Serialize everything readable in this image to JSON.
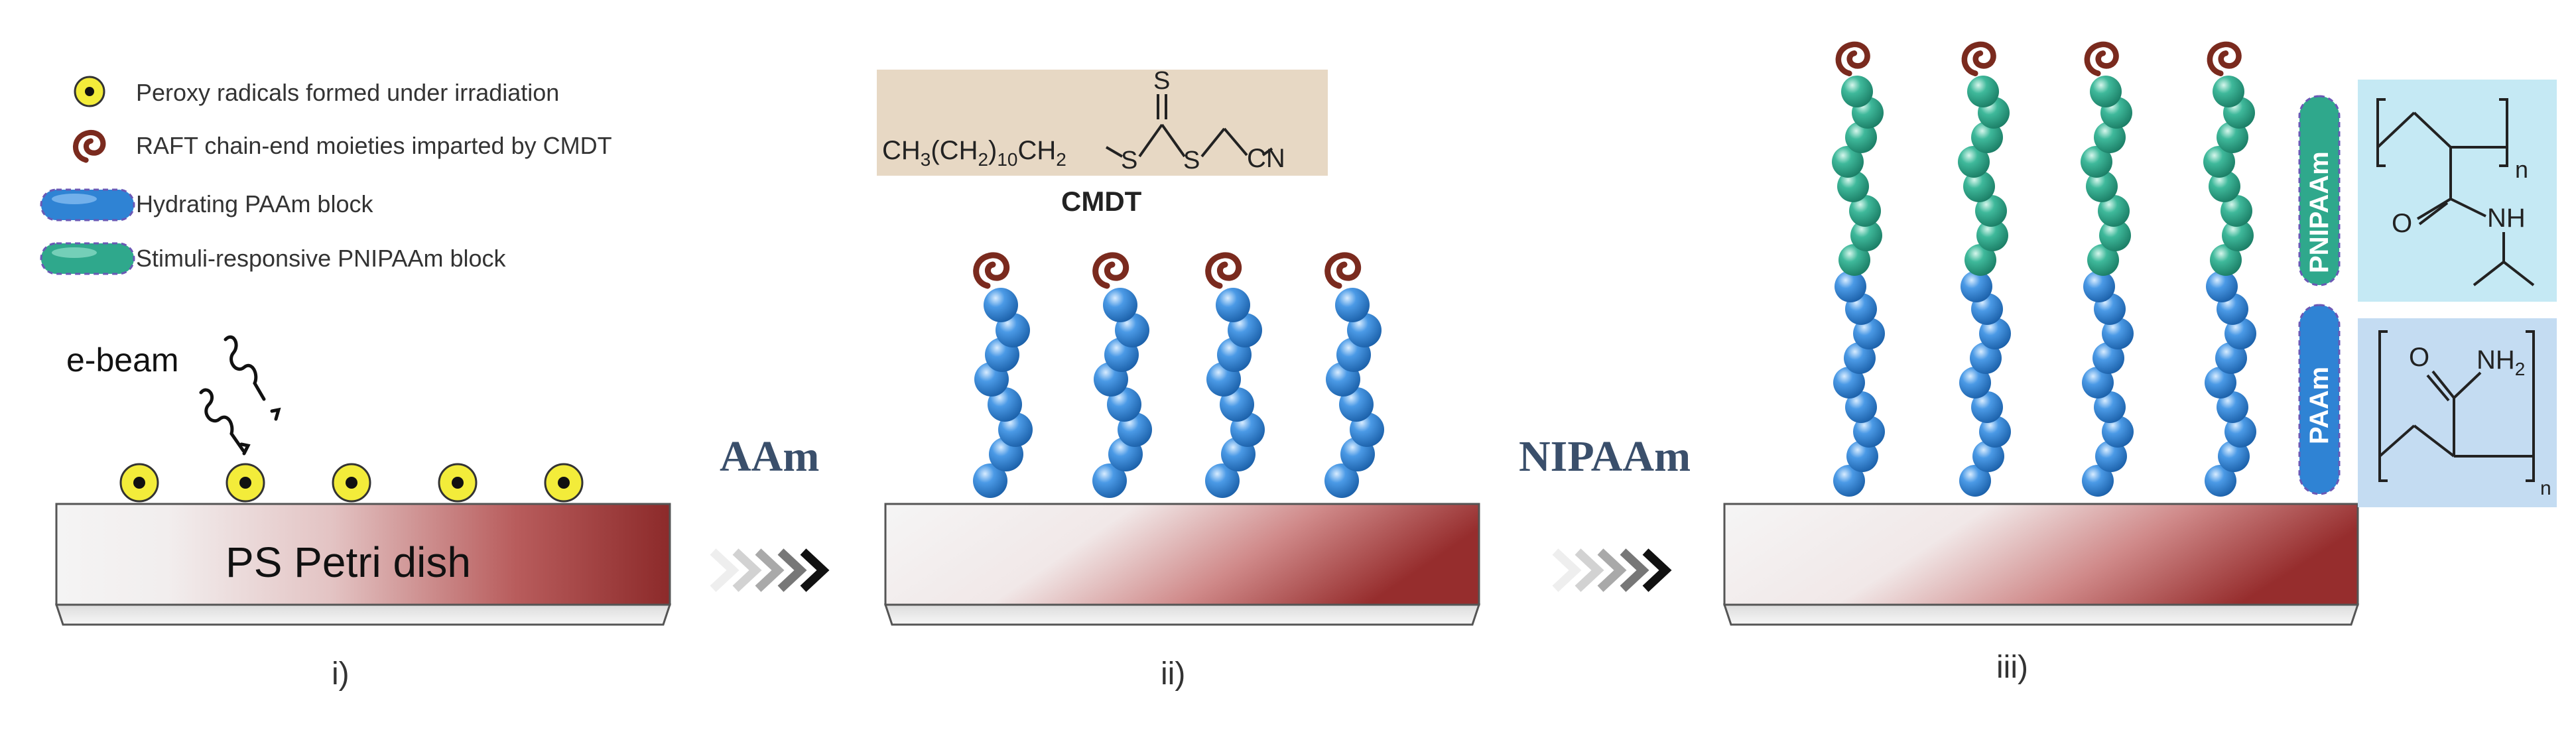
{
  "legend": {
    "peroxy": "Peroxy radicals formed under irradiation",
    "raft": "RAFT chain-end moieties imparted by CMDT",
    "paam_block": "Hydrating PAAm block",
    "pnipaam_block": "Stimuli-responsive PNIPAAm block"
  },
  "panel_i": {
    "ebeam_label": "e-beam",
    "dish_label": "PS Petri dish",
    "caption": "i)"
  },
  "step1_reagent": "AAm",
  "panel_ii": {
    "cmdt_formula_part1": "CH",
    "cmdt_formula_sub1": "3",
    "cmdt_formula_part2": "(CH",
    "cmdt_formula_sub2": "2",
    "cmdt_formula_part3": ")",
    "cmdt_formula_sub3": "10",
    "cmdt_formula_part4": "CH",
    "cmdt_formula_sub4": "2",
    "cmdt_s_left": "S",
    "cmdt_s_top": "S",
    "cmdt_s_right": "S",
    "cmdt_cn": "CN",
    "cmdt_name": "CMDT",
    "caption": "ii)"
  },
  "step2_reagent": "NIPAAm",
  "panel_iii": {
    "pnipaam_tag": "PNIPAAm",
    "paam_tag": "PAAm",
    "pnipaam_struct": {
      "n": "n",
      "o": "O",
      "nh": "NH"
    },
    "paam_struct": {
      "o": "O",
      "nh2_main": "NH",
      "nh2_sub": "2",
      "n": "n"
    },
    "caption": "iii)"
  },
  "colors": {
    "blue_bead": "#2f83d4",
    "teal_bead": "#2fa88c",
    "raft_brown": "#7a2a1e",
    "radical_yellow": "#f3ec3a",
    "dish_dark": "#8c2a2a",
    "cmdt_box": "#e7d8c4",
    "pnipaam_struct_box": "#c5e9f4",
    "paam_struct_box": "#c4dcf2",
    "reagent_text": "#3a4f6b"
  }
}
